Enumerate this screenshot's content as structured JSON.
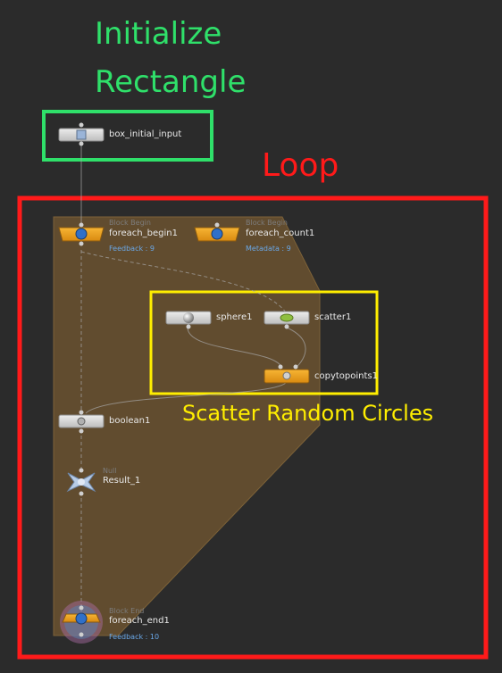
{
  "annotations": {
    "init_line1": "Initialize",
    "init_line2": "Rectangle",
    "loop": "Loop",
    "scatter": "Scatter Random Circles"
  },
  "nodes": {
    "box_initial_input": {
      "name": "box_initial_input"
    },
    "foreach_begin1": {
      "type_label": "Block Begin",
      "name": "foreach_begin1",
      "info": "Feedback : 9"
    },
    "foreach_count1": {
      "type_label": "Block Begin",
      "name": "foreach_count1",
      "info": "Metadata : 9"
    },
    "sphere1": {
      "name": "sphere1"
    },
    "scatter1": {
      "name": "scatter1"
    },
    "copytopoints1": {
      "name": "copytopoints1"
    },
    "boolean1": {
      "name": "boolean1"
    },
    "result_1": {
      "type_label": "Null",
      "name": "Result_1"
    },
    "foreach_end1": {
      "type_label": "Block End",
      "name": "foreach_end1",
      "info": "Feedback : 10"
    }
  },
  "colors": {
    "background": "#2b2b2b",
    "init_box": "#2fe06a",
    "loop_box": "#ff1a1a",
    "scatter_box": "#ffee00",
    "block_region": "#6b5230",
    "orange_node": "#f0a020",
    "gray_node": "#d8d8d8"
  }
}
